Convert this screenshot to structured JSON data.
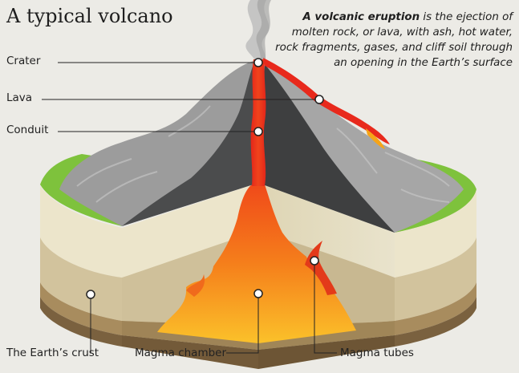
{
  "title": "A typical volcano",
  "description": {
    "lead": "A volcanic eruption",
    "rest": " is the ejection of molten rock, or lava, with ash, hot water, rock fragments, gases, and cliff soil through an opening in the Earth’s surface"
  },
  "labels": {
    "crater": "Crater",
    "lava": "Lava",
    "conduit": "Conduit",
    "crust": "The Earth’s crust",
    "chamber": "Magma chamber",
    "tubes": "Magma tubes"
  },
  "colors": {
    "lava": "#e8291c",
    "magma": "#f6a418",
    "grass": "#7ec23c",
    "rock_dark": "#454647",
    "rock_light": "#9c9c9c",
    "crust_light": "#ece5cb",
    "crust_mid": "#cbbc96",
    "crust_dark": "#7f6541"
  }
}
